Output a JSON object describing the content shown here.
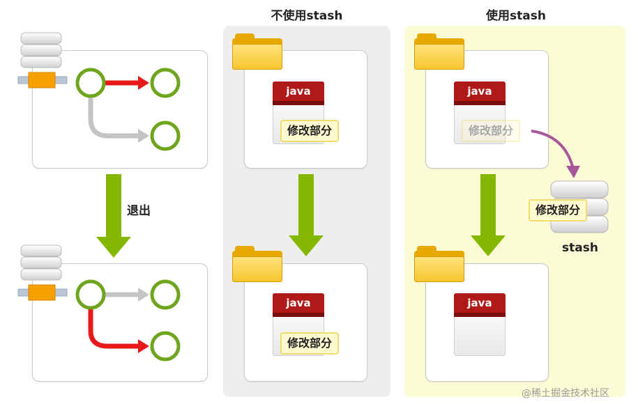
{
  "columns": {
    "middle_title": "不使用stash",
    "right_title": "使用stash"
  },
  "left": {
    "exit_label": "退出"
  },
  "labels": {
    "java": "java",
    "modified": "修改部分",
    "stash": "stash"
  },
  "watermark": "@稀土掘金技术社区",
  "colors": {
    "green_arrow": "#84b800",
    "node_ring": "#6ea51c",
    "red_branch": "#e8191a",
    "gray_branch": "#c4c4c4",
    "stash_curve": "#a8579a",
    "panel_gray": "#eeeeee",
    "panel_yellow": "#fbfbd5",
    "java_red": "#b11818",
    "folder_yellow": "#f7c531"
  }
}
